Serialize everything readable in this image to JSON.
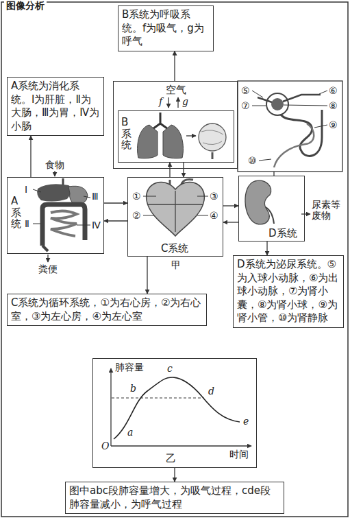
{
  "diagram": {
    "title": "图像分析",
    "nodes": [
      {
        "text": [
          "B系统为呼吸系统。f为吸气，g为呼气"
        ]
      },
      {
        "text": [
          "A系统为消化系统。Ⅰ为肝脏，Ⅱ为大肠，Ⅲ为胃，Ⅳ为小肠"
        ]
      },
      {
        "text": [
          "空气"
        ]
      },
      {
        "text": [
          "B系统"
        ],
        "in": 2
      },
      {
        "text": [
          "A系统"
        ]
      },
      {
        "text": [
          "C系统"
        ]
      },
      {
        "text": [
          "D系统"
        ]
      },
      {
        "text": [
          "D系统为泌尿系统。⑤为入球小动脉，⑥为出球小动脉，⑦为肾小囊，⑧为肾小球，⑨为肾小管，⑩为肾静脉"
        ]
      },
      {
        "text": [
          "C系统为循环系统，①为右心房，②为右心室，③为左心房，④为左心室"
        ]
      },
      {
        "text": [
          "乙"
        ]
      },
      {
        "text": [
          "图中abc段肺容量增大，为吸气过程，cde段肺容量减小，为呼气过程"
        ]
      }
    ],
    "edges": [
      {
        "from": 4,
        "to": 1,
        "arrow": "to"
      },
      {
        "from": 2,
        "to": 0,
        "arrow": "to"
      },
      {
        "from": 4,
        "to": 5,
        "arrow": "to"
      },
      {
        "from": 5,
        "to": 4,
        "arrow": "to"
      },
      {
        "from": 5,
        "to": 3,
        "arrow": "to"
      },
      {
        "from": 3,
        "to": 5,
        "arrow": "to"
      },
      {
        "from": 5,
        "to": 6,
        "arrow": "to"
      },
      {
        "from": 6,
        "to": 5,
        "arrow": "to"
      },
      {
        "from": 5,
        "to": 8,
        "arrow": "to"
      },
      {
        "from": 6,
        "to": 7,
        "arrow": "to"
      },
      {
        "from": 9,
        "to": 10,
        "arrow": "to"
      }
    ],
    "labels": [
      "f",
      "g",
      "⑤",
      "⑥",
      "⑦",
      "⑧",
      "⑨",
      "⑩",
      "食物",
      "Ⅰ",
      "Ⅲ",
      "Ⅱ",
      "Ⅳ",
      "①",
      "③",
      "②",
      "④",
      "尿素等废物",
      "粪便",
      "甲",
      "肺容量",
      "c",
      "b",
      "d",
      "a",
      "e",
      "O",
      "时间"
    ]
  }
}
